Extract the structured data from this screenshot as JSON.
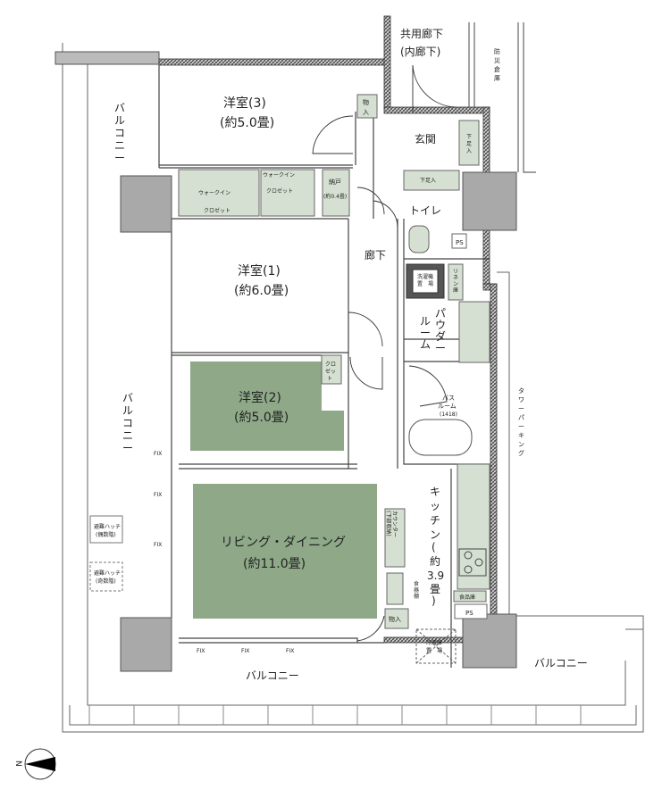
{
  "colors": {
    "room_fill": "#8ea888",
    "fixture_fill": "#d6e0d2",
    "column_fill": "#a9a9a9",
    "wall_hatch": "#555555"
  },
  "labels": {
    "common_corridor_1": "共用廊下",
    "common_corridor_2": "(内廊下)",
    "disaster_storage": [
      "防",
      "災",
      "倉",
      "庫"
    ],
    "storage_top": [
      "物",
      "入"
    ],
    "entrance": "玄関",
    "shoe_box_right": [
      "下",
      "足",
      "入"
    ],
    "shoe_box_bottom": "下足入",
    "western_room_3_name": "洋室(3)",
    "western_room_3_size": "(約5.0畳)",
    "walkin_closet_a_1": "ウォークイン",
    "walkin_closet_a_2": "クロゼット",
    "walkin_closet_b_1": "ウォークイン",
    "walkin_closet_b_2": "クロゼット",
    "closet_storage_1": "納戸",
    "closet_storage_2": "(約0.4畳)",
    "toilet": "トイレ",
    "ps_top": "PS",
    "hallway": "廊下",
    "western_room_1_name": "洋室(1)",
    "western_room_1_size": "(約6.0畳)",
    "washer_space": [
      "洗濯機",
      "置　場"
    ],
    "linen_storage": [
      "リ",
      "ネ",
      "ン",
      "庫"
    ],
    "powder_room_1": [
      "パ",
      "ウ",
      "ダ",
      "ー"
    ],
    "powder_room_2": [
      "ル",
      "ー",
      "ム"
    ],
    "closet_small": [
      "クロ",
      "ゼッ",
      "ト"
    ],
    "western_room_2_name": "洋室(2)",
    "western_room_2_size": "(約5.0畳)",
    "bathroom_1": "バス",
    "bathroom_2": "ルーム",
    "bathroom_3": "(1418)",
    "tower_parking": [
      "タ",
      "ワ",
      "ー",
      "パ",
      "ー",
      "キ",
      "ン",
      "グ"
    ],
    "balcony_top_left": [
      "バ",
      "ル",
      "コ",
      "ニ",
      "ー"
    ],
    "balcony_left": [
      "バ",
      "ル",
      "コ",
      "ニ",
      "ー"
    ],
    "balcony_bottom": "バルコニー",
    "balcony_right": "バルコニー",
    "fix": "FIX",
    "evac_hatch_even_1": "避難ハッチ",
    "evac_hatch_even_2": "(偶数階)",
    "evac_hatch_odd_1": "避難ハッチ",
    "evac_hatch_odd_2": "(奇数階)",
    "living_dining_name": "リビング・ダイニング",
    "living_dining_size": "(約11.0畳)",
    "kitchen": [
      "キ",
      "ッ",
      "チ",
      "ン",
      "(",
      "約",
      "3.9",
      "畳",
      ")"
    ],
    "counter": [
      "カウンター",
      "(下部収納)"
    ],
    "tableware_shelf": [
      "食",
      "器",
      "棚"
    ],
    "storage_kitchen": "物入",
    "pantry": "食品庫",
    "ps_bottom": "PS",
    "fridge_space": [
      "冷蔵庫",
      "置　場"
    ],
    "north": "N"
  }
}
